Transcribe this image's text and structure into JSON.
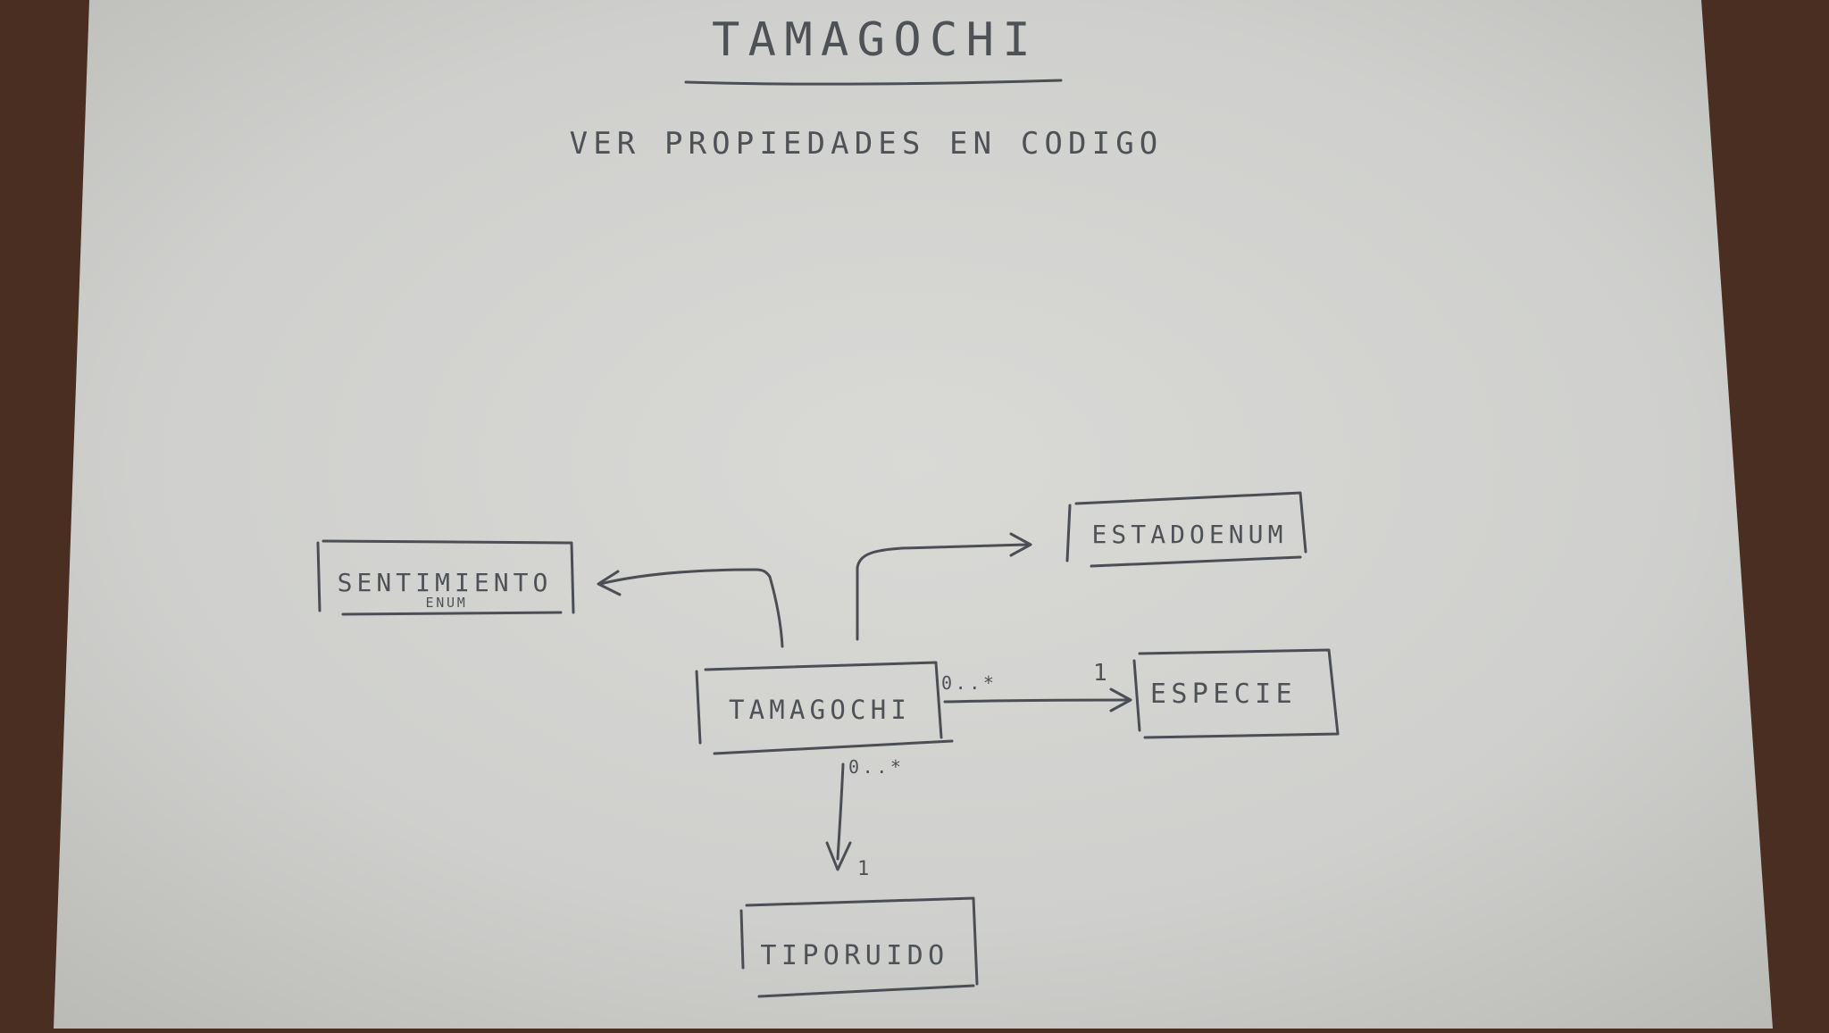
{
  "title": "TAMAGOCHI",
  "subtitle": "VER PROPIEDADES EN CODIGO",
  "boxes": {
    "sentimiento": {
      "label": "SENTIMIENTO",
      "sublabel": "ENUM"
    },
    "estado": {
      "label": "ESTADOENUM"
    },
    "tamagochi": {
      "label": "TAMAGOCHI"
    },
    "especie": {
      "label": "ESPECIE"
    },
    "tiporuido": {
      "label": "TIPORUIDO"
    }
  },
  "relations": {
    "tamagochi_especie": {
      "source_multiplicity": "0..*",
      "target_multiplicity": "1"
    },
    "tamagochi_tiporuido": {
      "source_multiplicity": "0..*",
      "target_multiplicity": "1"
    }
  }
}
